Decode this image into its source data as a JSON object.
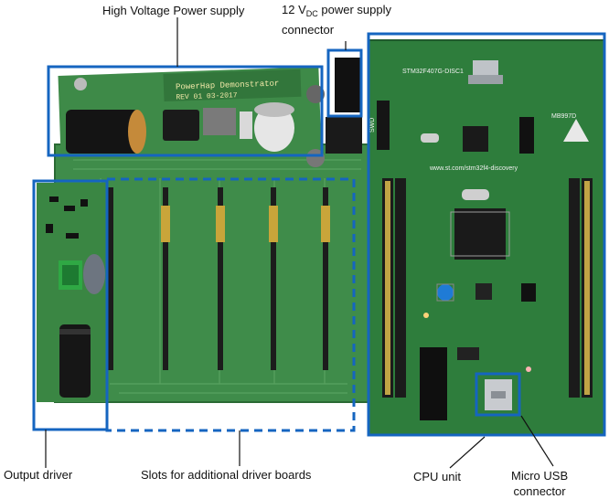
{
  "labels": {
    "hv_supply": "High Voltage Power supply",
    "dc_supply_line1_prefix": "12 V",
    "dc_supply_line1_sub": "DC",
    "dc_supply_line1_suffix": " power supply",
    "dc_supply_line2": "connector",
    "output_driver": "Output driver",
    "slots": "Slots for additional driver boards",
    "cpu_unit": "CPU unit",
    "usb_line1": "Micro USB",
    "usb_line2": "connector"
  },
  "board_text": {
    "hv_board_title": "PowerHap Demonstrator",
    "hv_board_rev": "REV 01  03-2017",
    "discovery_name": "STM32F407G-DISC1",
    "discovery_url": "www.st.com/stm32f4-discovery",
    "discovery_id": "MB997D",
    "swd": "SWD"
  },
  "colors": {
    "highlight": "#1565c0",
    "pcb_green": "#2e7d3c",
    "pcb_dark": "#1f5a2c"
  }
}
